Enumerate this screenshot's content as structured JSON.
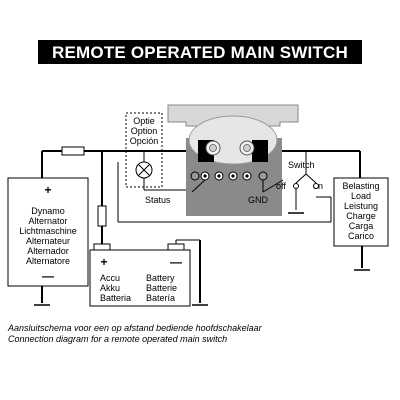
{
  "title": "REMOTE OPERATED MAIN SWITCH",
  "option": {
    "lines": [
      "Optie",
      "Option",
      "Opción"
    ]
  },
  "generator": {
    "plus": "+",
    "minus": "—",
    "names": [
      "Dynamo",
      "Alternator",
      "Lichtmaschine",
      "Alternateur",
      "Alternador",
      "Alternatore"
    ]
  },
  "battery": {
    "plus": "+",
    "minus": "—",
    "left_names": [
      "Accu",
      "Akku",
      "Batteria"
    ],
    "right_names": [
      "Battery",
      "Batterie",
      "Batería"
    ]
  },
  "load": {
    "names": [
      "Belasting",
      "Load",
      "Leistung",
      "Charge",
      "Carga",
      "Carico"
    ]
  },
  "labels": {
    "status": "Status",
    "gnd": "GND",
    "switch": "Switch",
    "off": "off",
    "on": "on"
  },
  "captions": [
    "Aansluitschema voor een op afstand bediende hoofdschakelaar",
    "Connection diagram for a remote operated main switch"
  ]
}
